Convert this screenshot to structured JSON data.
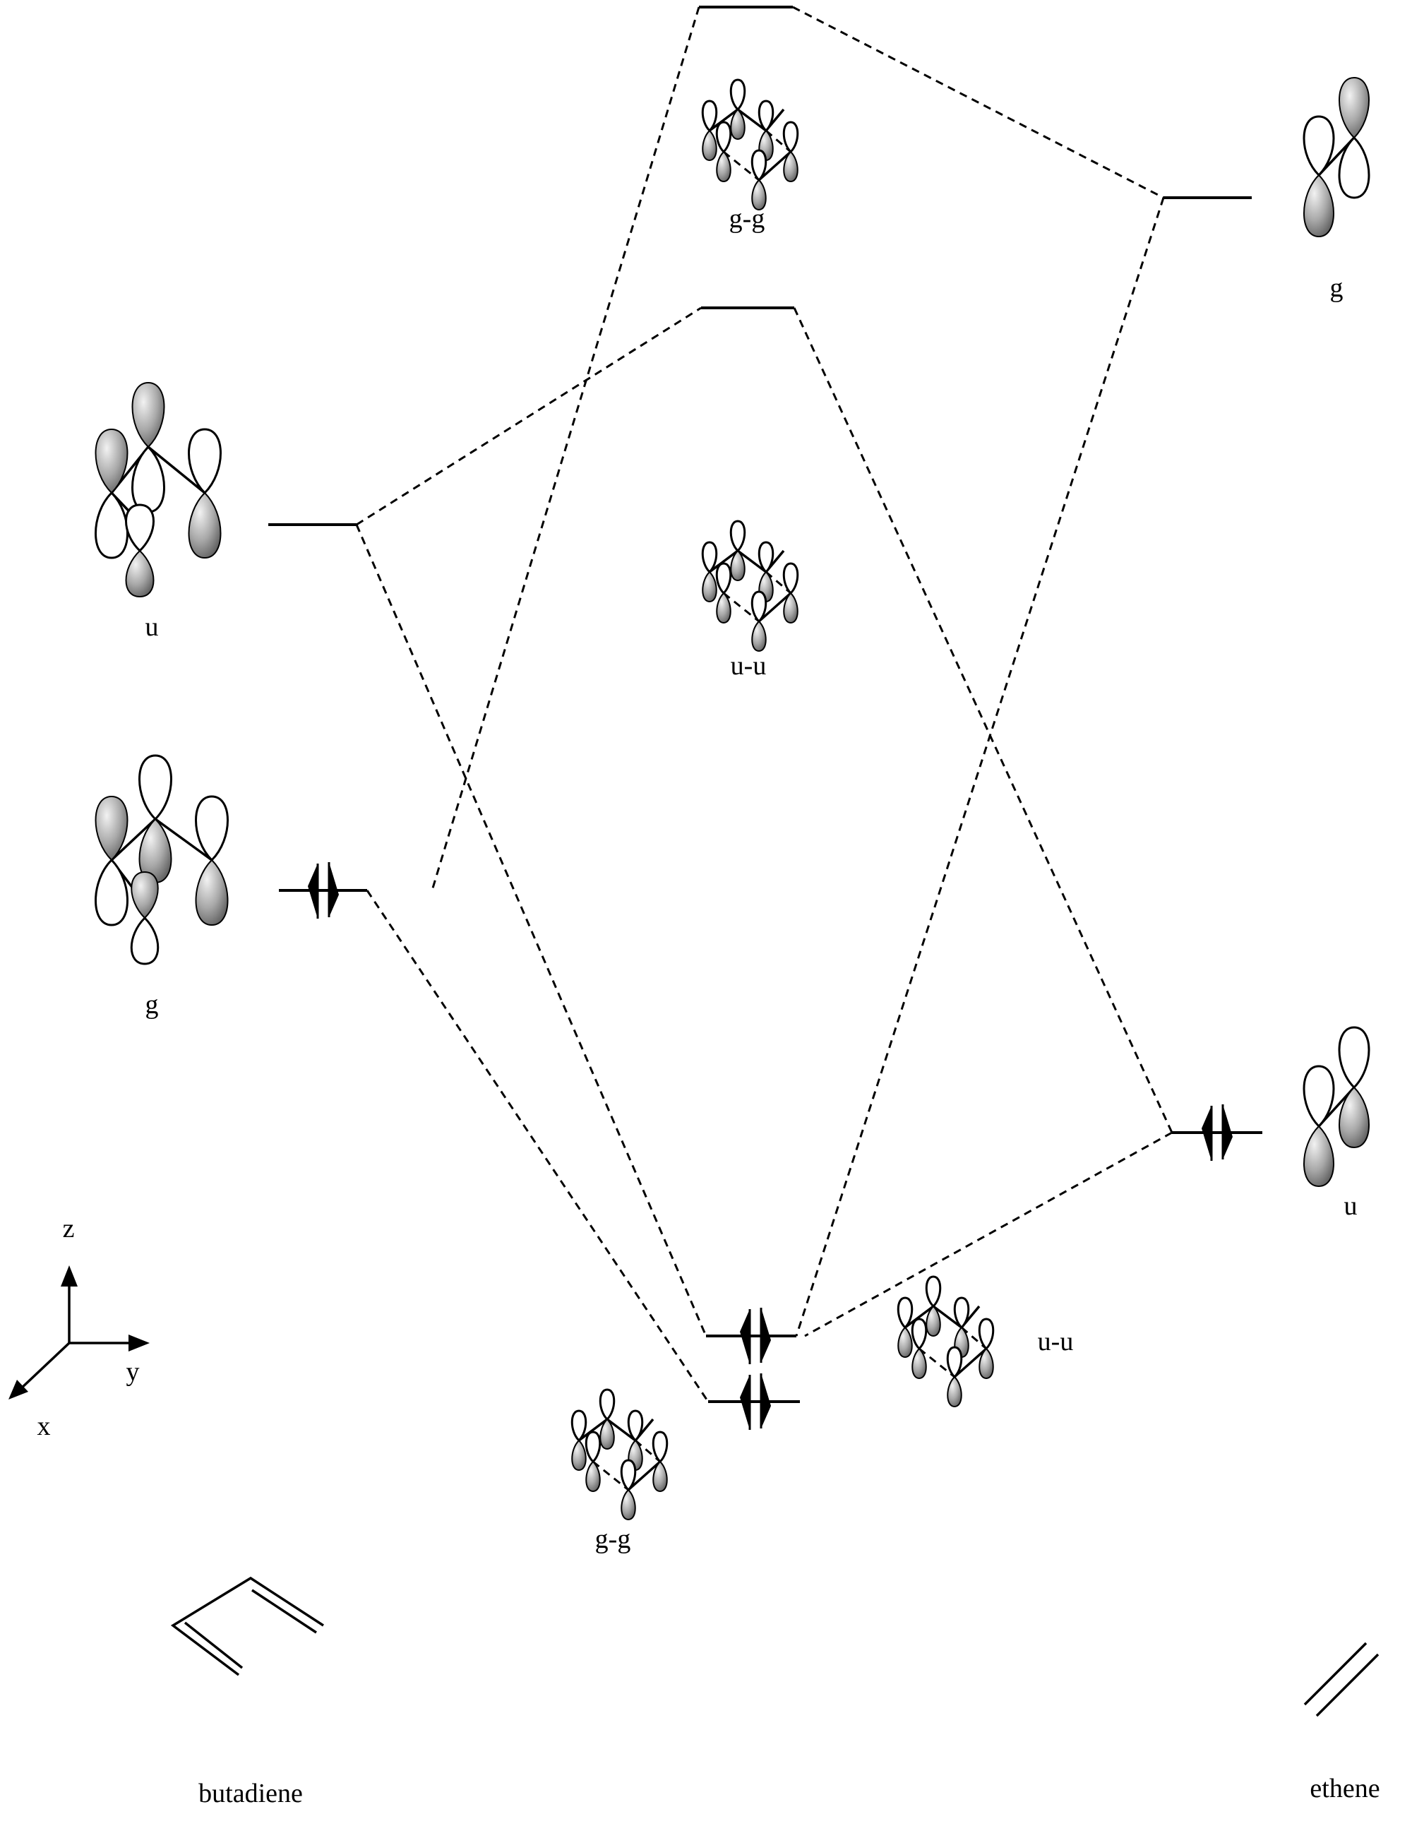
{
  "butadiene": {
    "name": "butadiene",
    "upper_orbital_label": "u",
    "lower_orbital_label": "g"
  },
  "ethene": {
    "name": "ethene",
    "upper_orbital_label": "g",
    "lower_orbital_label": "u"
  },
  "adduct": {
    "top_level_label": "g-g",
    "second_level_label": "u-u",
    "occupied_upper_label": "u-u",
    "occupied_lower_label": "g-g"
  },
  "axes": {
    "z": "z",
    "y": "y",
    "x": "x"
  },
  "colors": {
    "line": "#000000",
    "lobe_shade": "#9a9a9a",
    "background": "#ffffff"
  }
}
